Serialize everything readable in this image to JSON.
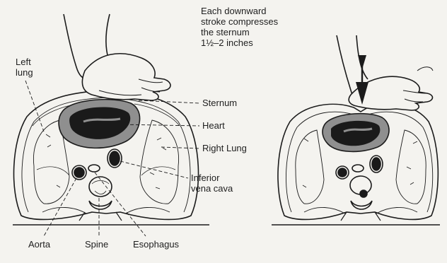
{
  "caption": {
    "line1": "Each downward",
    "line2": "stroke compresses",
    "line3": "the sternum",
    "line4": "1½–2 inches"
  },
  "labels": {
    "left_lung": [
      "Left",
      "lung"
    ],
    "sternum": "Sternum",
    "heart": "Heart",
    "right_lung": "Right Lung",
    "inferior_vena_cava": [
      "Inferior",
      "vena cava"
    ],
    "aorta": "Aorta",
    "spine": "Spine",
    "esophagus": "Esophagus"
  },
  "colors": {
    "ink": "#1b1b1b",
    "heart_outer": "#8f8f8f",
    "heart_inner": "#1a1a1a",
    "background": "#f4f3ef"
  }
}
